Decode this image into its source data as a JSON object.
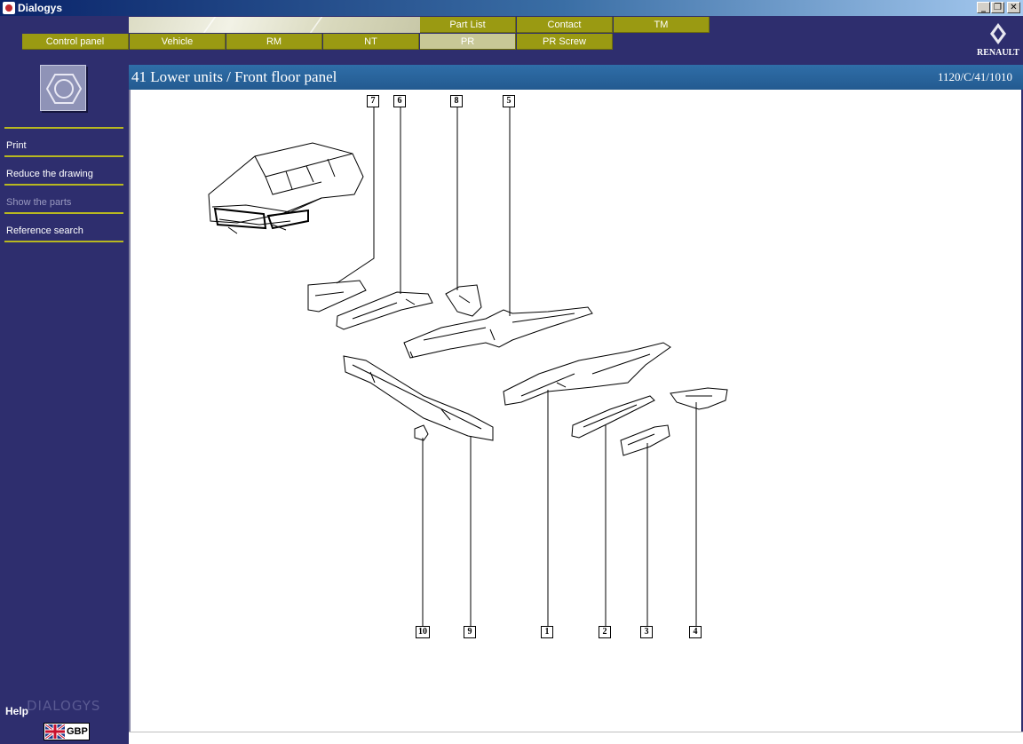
{
  "window": {
    "title": "Dialogys",
    "buttons": [
      "_",
      "❐",
      "✕"
    ]
  },
  "nav": {
    "row1": [
      "Part List",
      "Contact",
      "TM"
    ],
    "row2": [
      "Control panel",
      "Vehicle",
      "RM",
      "NT",
      "PR",
      "PR Screw"
    ],
    "active": "PR"
  },
  "brand": {
    "name": "RENAULT"
  },
  "sidebar": {
    "icon": "hex-nut-icon",
    "menu": [
      {
        "label": "Print",
        "enabled": true
      },
      {
        "label": "Reduce the drawing",
        "enabled": true
      },
      {
        "label": "Show the parts",
        "enabled": false
      },
      {
        "label": "Reference search",
        "enabled": true
      }
    ],
    "help": "Help",
    "watermark": "DIALOGYS",
    "language": "GBP"
  },
  "header": {
    "title": "41 Lower units / Front floor panel",
    "reference": "1120/C/41/1010"
  },
  "drawing": {
    "callouts_top": [
      "7",
      "6",
      "8",
      "5"
    ],
    "callouts_bottom": [
      "10",
      "9",
      "1",
      "2",
      "3",
      "4"
    ]
  },
  "colors": {
    "nav": "#9a9a12",
    "nav_active": "#c8c896",
    "sidebar": "#2e2e6e",
    "header": "#2f6ea8"
  }
}
